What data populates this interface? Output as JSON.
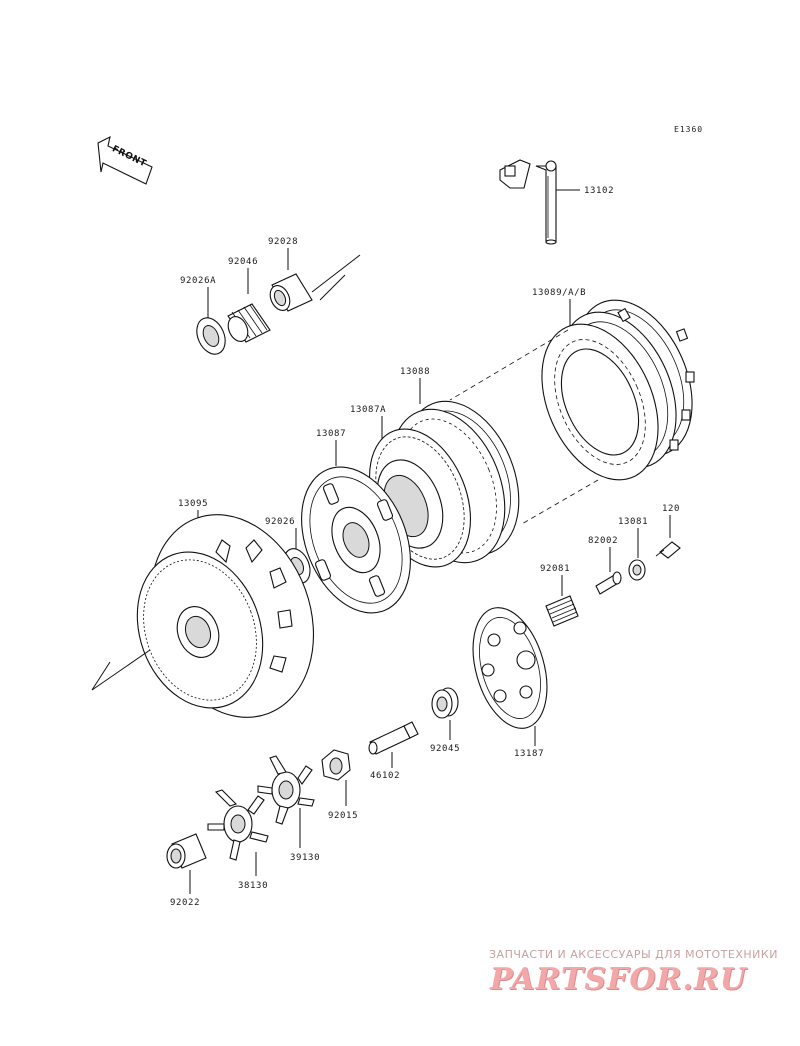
{
  "diagram": {
    "figure_code": "E1360",
    "front_label": "FRONT",
    "parts": [
      {
        "id": "p13102",
        "number": "13102"
      },
      {
        "id": "p92028",
        "number": "92028"
      },
      {
        "id": "p92046",
        "number": "92046"
      },
      {
        "id": "p92026A",
        "number": "92026A"
      },
      {
        "id": "p13089",
        "number": "13089/A/B"
      },
      {
        "id": "p13088",
        "number": "13088"
      },
      {
        "id": "p13087A",
        "number": "13087A"
      },
      {
        "id": "p13087",
        "number": "13087"
      },
      {
        "id": "p13095",
        "number": "13095"
      },
      {
        "id": "p92026",
        "number": "92026"
      },
      {
        "id": "p120",
        "number": "120"
      },
      {
        "id": "p13081",
        "number": "13081"
      },
      {
        "id": "p82002",
        "number": "82002"
      },
      {
        "id": "p92081",
        "number": "92081"
      },
      {
        "id": "p92045",
        "number": "92045"
      },
      {
        "id": "p13187",
        "number": "13187"
      },
      {
        "id": "p46102",
        "number": "46102"
      },
      {
        "id": "p92015",
        "number": "92015"
      },
      {
        "id": "p39130",
        "number": "39130"
      },
      {
        "id": "p38130",
        "number": "38130"
      },
      {
        "id": "p92022",
        "number": "92022"
      }
    ]
  },
  "watermark": {
    "tagline": "ЗАПЧАСТИ И АКСЕССУАРЫ ДЛЯ МОТОТЕХНИКИ",
    "logo": "PARTSFOR.RU"
  }
}
